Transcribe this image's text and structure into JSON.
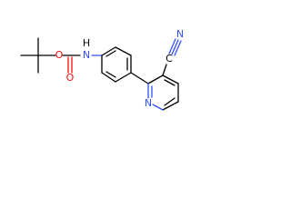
{
  "atoms": {
    "ester_oxygen": "O",
    "carbonyl_oxygen": "O",
    "amide_nitrogen": "N",
    "amide_hydrogen": "H",
    "nitrile_carbon": "C",
    "nitrile_nitrogen": "N",
    "pyridine_nitrogen": "N"
  },
  "colors": {
    "bond": "#000000",
    "oxygen": "#ff0d0d",
    "nitrogen": "#3050f8",
    "background": "#ffffff"
  }
}
